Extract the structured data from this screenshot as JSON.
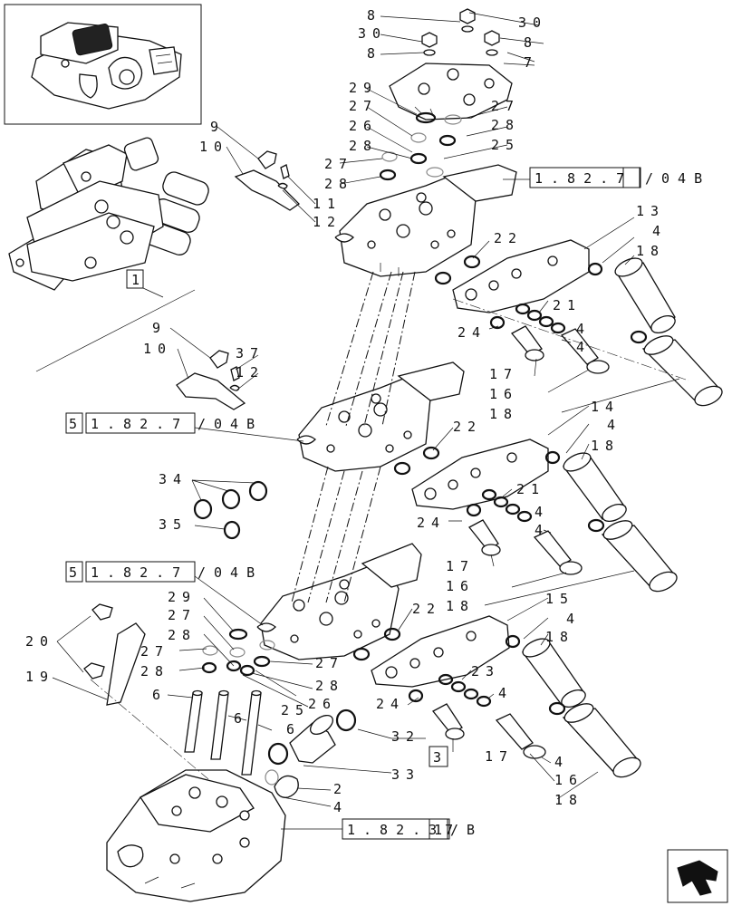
{
  "reference_boxes": {
    "top_section": "1.82.7",
    "top_suffix": "/04B",
    "middle_prefix": "5",
    "middle_section": "1.82.7",
    "middle_suffix": "/04B",
    "lower_prefix": "5",
    "lower_section": "1.82.7",
    "lower_suffix": "/04B",
    "base_section": "1.82.37",
    "base_suffix": "1/B",
    "callout_1": "1",
    "callout_3": "3"
  },
  "labels": {
    "l8a": "8",
    "l30a": "30",
    "l30b": "30",
    "l8b": "8",
    "l8c": "8",
    "l7": "7",
    "l29a": "29",
    "l27a": "27",
    "l27b": "27",
    "l26a": "26",
    "l28a": "28",
    "l28b": "28",
    "l25a": "25",
    "l27c": "27",
    "l28c": "28",
    "l9a": "9",
    "l10a": "10",
    "l11": "11",
    "l12a": "12",
    "l13": "13",
    "l4a": "4",
    "l18a": "18",
    "l22a": "22",
    "l21a": "21",
    "l24a": "24",
    "l4b": "4",
    "l4c": "4",
    "l17a": "17",
    "l16a": "16",
    "l18b": "18",
    "l9b": "9",
    "l10b": "10",
    "l37": "37",
    "l12b": "12",
    "l14": "14",
    "l4d": "4",
    "l18c": "18",
    "l22b": "22",
    "l21b": "21",
    "l34": "34",
    "l35": "35",
    "l24b": "24",
    "l4e": "4",
    "l4f": "4",
    "l17b": "17",
    "l16b": "16",
    "l18d": "18",
    "l15": "15",
    "l4g": "4",
    "l18e": "18",
    "l22c": "22",
    "l29b": "29",
    "l27d": "27",
    "l28d": "28",
    "l27e": "27",
    "l28e": "28",
    "l20": "20",
    "l19": "19",
    "l6a": "6",
    "l6b": "6",
    "l6c": "6",
    "l27f": "27",
    "l28f": "28",
    "l25b": "25",
    "l26b": "26",
    "l23": "23",
    "l4h": "4",
    "l24c": "24",
    "l17c": "17",
    "l4i": "4",
    "l16c": "16",
    "l18f": "18",
    "l32": "32",
    "l33": "33",
    "l2": "2",
    "l4j": "4"
  },
  "icons": {
    "nav": "arrow-next-icon",
    "thumb": "assembly-thumbnail-icon"
  }
}
